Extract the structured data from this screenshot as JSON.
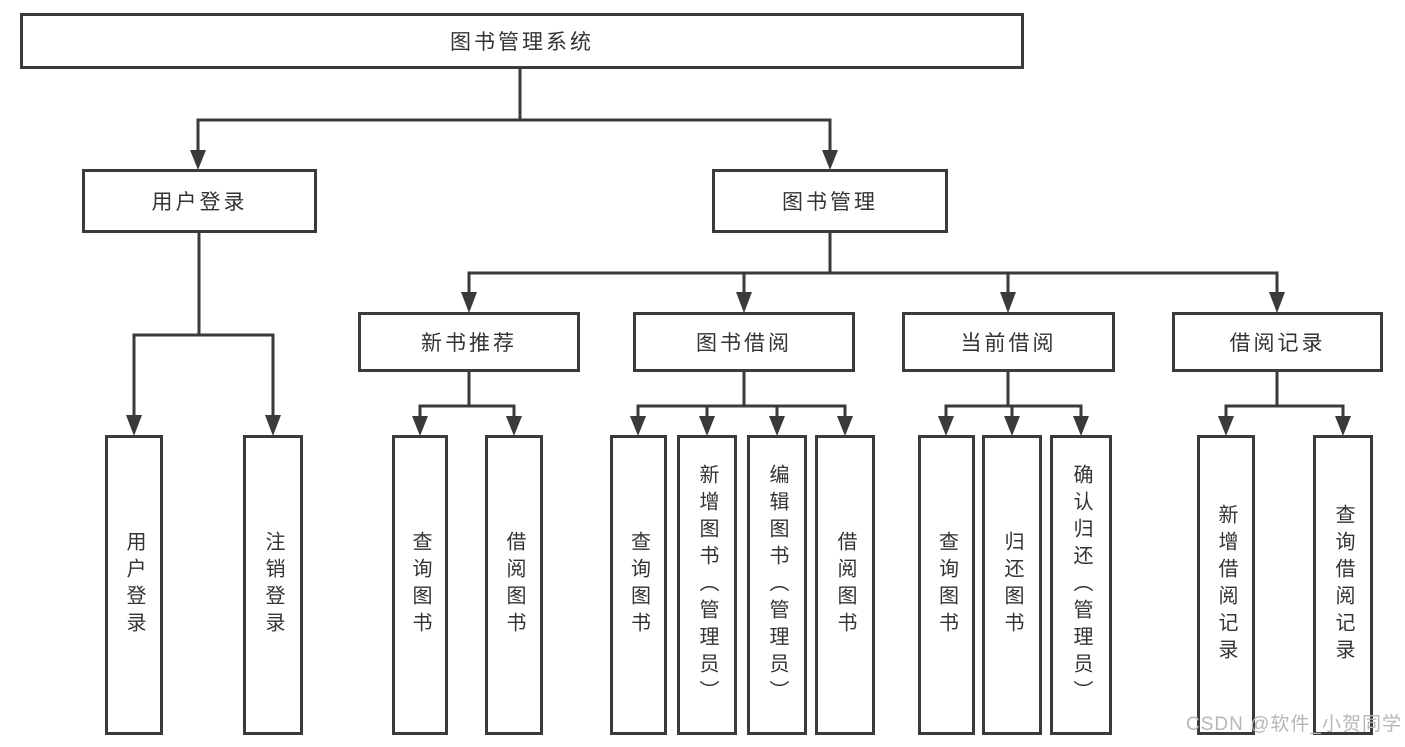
{
  "tree": {
    "label": "图书管理系统",
    "children": [
      {
        "label": "用户登录",
        "children": [
          {
            "label": "用户登录"
          },
          {
            "label": "注销登录"
          }
        ]
      },
      {
        "label": "图书管理",
        "children": [
          {
            "label": "新书推荐",
            "children": [
              {
                "label": "查询图书"
              },
              {
                "label": "借阅图书"
              }
            ]
          },
          {
            "label": "图书借阅",
            "children": [
              {
                "label": "查询图书"
              },
              {
                "label": "新增图书（管理员）"
              },
              {
                "label": "编辑图书（管理员）"
              },
              {
                "label": "借阅图书"
              }
            ]
          },
          {
            "label": "当前借阅",
            "children": [
              {
                "label": "查询图书"
              },
              {
                "label": "归还图书"
              },
              {
                "label": "确认归还（管理员）"
              }
            ]
          },
          {
            "label": "借阅记录",
            "children": [
              {
                "label": "新增借阅记录"
              },
              {
                "label": "查询借阅记录"
              }
            ]
          }
        ]
      }
    ]
  },
  "watermark": "CSDN @软件_小贺同学",
  "colors": {
    "line": "#3a3a3a",
    "text": "#333333",
    "background": "#ffffff",
    "watermark": "#b7b7b7"
  }
}
